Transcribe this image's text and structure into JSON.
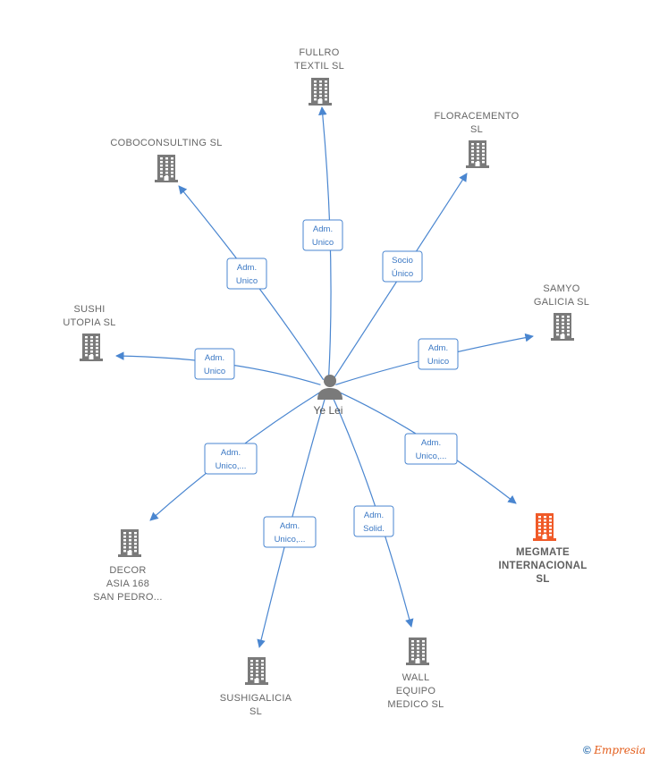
{
  "center": {
    "name": "Ye Lei",
    "icon": "person-icon"
  },
  "colors": {
    "edge": "#4a86d0",
    "building": "#7a7a7a",
    "highlight": "#f05a28"
  },
  "nodes": [
    {
      "id": "fullro",
      "lines": [
        "FULLRO",
        "TEXTIL  SL"
      ],
      "relation": [
        "Adm.",
        "Unico"
      ],
      "highlight": false
    },
    {
      "id": "floracemento",
      "lines": [
        "FLORACEMENTO",
        "SL"
      ],
      "relation": [
        "Socio",
        "Único"
      ],
      "highlight": false
    },
    {
      "id": "coboconsulting",
      "lines": [
        "COBOCONSULTING SL"
      ],
      "relation": [
        "Adm.",
        "Unico"
      ],
      "highlight": false
    },
    {
      "id": "samyo",
      "lines": [
        "SAMYO",
        "GALICIA  SL"
      ],
      "relation": [
        "Adm.",
        "Unico"
      ],
      "highlight": false
    },
    {
      "id": "sushi-utopia",
      "lines": [
        "SUSHI",
        "UTOPIA  SL"
      ],
      "relation": [
        "Adm.",
        "Unico"
      ],
      "highlight": false
    },
    {
      "id": "megmate",
      "lines": [
        "MEGMATE",
        "INTERNACIONAL",
        "SL"
      ],
      "relation": [
        "Adm.",
        "Unico,..."
      ],
      "highlight": true
    },
    {
      "id": "decor",
      "lines": [
        "DECOR",
        "ASIA 168",
        "SAN PEDRO..."
      ],
      "relation": [
        "Adm.",
        "Unico,..."
      ],
      "highlight": false
    },
    {
      "id": "sushigalicia",
      "lines": [
        "SUSHIGALICIA",
        "SL"
      ],
      "relation": [
        "Adm.",
        "Unico,..."
      ],
      "highlight": false
    },
    {
      "id": "wall",
      "lines": [
        "WALL",
        "EQUIPO",
        "MEDICO  SL"
      ],
      "relation": [
        "Adm.",
        "Solid."
      ],
      "highlight": false
    }
  ],
  "footer": {
    "copyright": "©",
    "brand": "Empresia"
  }
}
